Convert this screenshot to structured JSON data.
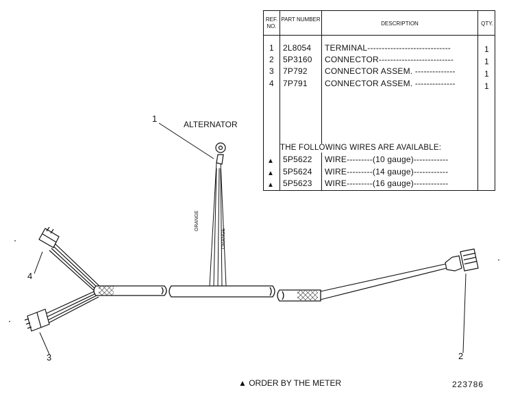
{
  "table": {
    "headers": {
      "ref": "REF. NO.",
      "part": "PART NUMBER",
      "description": "DESCRIPTION",
      "qty": "QTY."
    },
    "rows": [
      {
        "ref": "1",
        "part": "2L8054",
        "description": "TERMINAL-----------------------------",
        "qty": "1"
      },
      {
        "ref": "2",
        "part": "5P3160",
        "description": "CONNECTOR--------------------------",
        "qty": "1"
      },
      {
        "ref": "3",
        "part": "7P792",
        "description": "CONNECTOR ASSEM. --------------",
        "qty": "1"
      },
      {
        "ref": "4",
        "part": "7P791",
        "description": "CONNECTOR ASSEM. --------------",
        "qty": "1"
      }
    ],
    "wires_heading": "THE FOLLOWING WIRES ARE AVAILABLE:",
    "wires": [
      {
        "marker": "▲",
        "part": "5P5622",
        "description": "WIRE---------(10 gauge)------------"
      },
      {
        "marker": "▲",
        "part": "5P5624",
        "description": "WIRE---------(14 gauge)------------"
      },
      {
        "marker": "▲",
        "part": "5P5623",
        "description": "WIRE---------(16 gauge)------------"
      }
    ]
  },
  "labels": {
    "alternator": "ALTERNATOR",
    "orange_1": "ORANGE",
    "orange_2": "ORANGE",
    "callout_1": "1",
    "callout_2": "2",
    "callout_3": "3",
    "callout_4": "4"
  },
  "footer": {
    "order_note": "▲ ORDER BY THE METER",
    "drawing_number": "223786"
  }
}
